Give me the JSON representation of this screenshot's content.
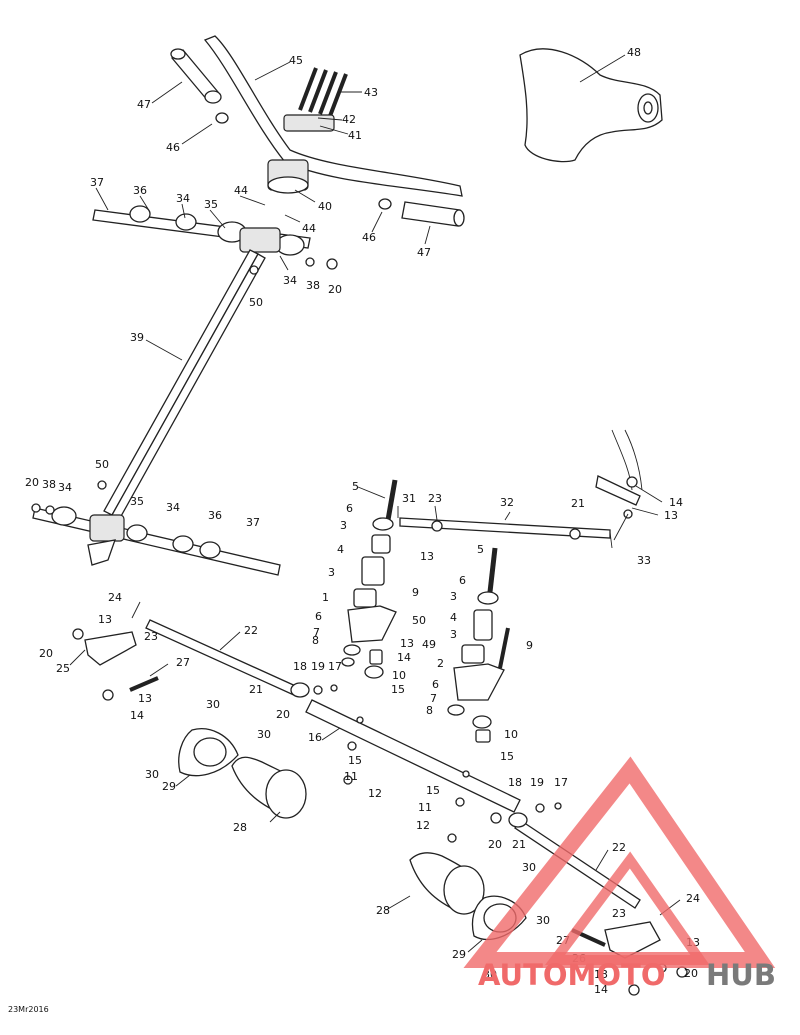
{
  "diagram": {
    "date_stamp": "23Mr2016",
    "labels": [
      {
        "id": "l48",
        "text": "48"
      },
      {
        "id": "l45",
        "text": "45"
      },
      {
        "id": "l47a",
        "text": "47"
      },
      {
        "id": "l43",
        "text": "43"
      },
      {
        "id": "l42",
        "text": "42"
      },
      {
        "id": "l41",
        "text": "41"
      },
      {
        "id": "l46a",
        "text": "46"
      },
      {
        "id": "l37a",
        "text": "37"
      },
      {
        "id": "l36a",
        "text": "36"
      },
      {
        "id": "l34a",
        "text": "34"
      },
      {
        "id": "l35a",
        "text": "35"
      },
      {
        "id": "l44a",
        "text": "44"
      },
      {
        "id": "l40",
        "text": "40"
      },
      {
        "id": "l44b",
        "text": "44"
      },
      {
        "id": "l46b",
        "text": "46"
      },
      {
        "id": "l47b",
        "text": "47"
      },
      {
        "id": "l34b",
        "text": "34"
      },
      {
        "id": "l38a",
        "text": "38"
      },
      {
        "id": "l20a",
        "text": "20"
      },
      {
        "id": "l50a",
        "text": "50"
      },
      {
        "id": "l39",
        "text": "39"
      },
      {
        "id": "l50b",
        "text": "50"
      },
      {
        "id": "l20b",
        "text": "20"
      },
      {
        "id": "l38b",
        "text": "38"
      },
      {
        "id": "l34c",
        "text": "34"
      },
      {
        "id": "l35b",
        "text": "35"
      },
      {
        "id": "l34d",
        "text": "34"
      },
      {
        "id": "l36b",
        "text": "36"
      },
      {
        "id": "l37b",
        "text": "37"
      },
      {
        "id": "l5a",
        "text": "5"
      },
      {
        "id": "l31",
        "text": "31"
      },
      {
        "id": "l23a",
        "text": "23"
      },
      {
        "id": "l32",
        "text": "32"
      },
      {
        "id": "l21a",
        "text": "21"
      },
      {
        "id": "l14a",
        "text": "14"
      },
      {
        "id": "l13a",
        "text": "13"
      },
      {
        "id": "l33",
        "text": "33"
      },
      {
        "id": "l6a",
        "text": "6"
      },
      {
        "id": "l3a",
        "text": "3"
      },
      {
        "id": "l13b",
        "text": "13"
      },
      {
        "id": "l4a",
        "text": "4"
      },
      {
        "id": "l5b",
        "text": "5"
      },
      {
        "id": "l3b",
        "text": "3"
      },
      {
        "id": "l9a",
        "text": "9"
      },
      {
        "id": "l6b",
        "text": "6"
      },
      {
        "id": "l3c",
        "text": "3"
      },
      {
        "id": "l1",
        "text": "1"
      },
      {
        "id": "l4b",
        "text": "4"
      },
      {
        "id": "l50c",
        "text": "50"
      },
      {
        "id": "l9b",
        "text": "9"
      },
      {
        "id": "l6c",
        "text": "6"
      },
      {
        "id": "l7a",
        "text": "7"
      },
      {
        "id": "l13c",
        "text": "13"
      },
      {
        "id": "l3d",
        "text": "3"
      },
      {
        "id": "l49",
        "text": "49"
      },
      {
        "id": "l8a",
        "text": "8"
      },
      {
        "id": "l14b",
        "text": "14"
      },
      {
        "id": "l2",
        "text": "2"
      },
      {
        "id": "l10a",
        "text": "10"
      },
      {
        "id": "l15a",
        "text": "15"
      },
      {
        "id": "l6d",
        "text": "6"
      },
      {
        "id": "l7b",
        "text": "7"
      },
      {
        "id": "l8b",
        "text": "8"
      },
      {
        "id": "l10b",
        "text": "10"
      },
      {
        "id": "l15b",
        "text": "15"
      },
      {
        "id": "l24a",
        "text": "24"
      },
      {
        "id": "l13d",
        "text": "13"
      },
      {
        "id": "l23b",
        "text": "23"
      },
      {
        "id": "l22a",
        "text": "22"
      },
      {
        "id": "l20c",
        "text": "20"
      },
      {
        "id": "l25",
        "text": "25"
      },
      {
        "id": "l27a",
        "text": "27"
      },
      {
        "id": "l18a",
        "text": "18"
      },
      {
        "id": "l19a",
        "text": "19"
      },
      {
        "id": "l17a",
        "text": "17"
      },
      {
        "id": "l21b",
        "text": "21"
      },
      {
        "id": "l20d",
        "text": "20"
      },
      {
        "id": "l13e",
        "text": "13"
      },
      {
        "id": "l14c",
        "text": "14"
      },
      {
        "id": "l30a",
        "text": "30"
      },
      {
        "id": "l30b",
        "text": "30"
      },
      {
        "id": "l16",
        "text": "16"
      },
      {
        "id": "l15c",
        "text": "15"
      },
      {
        "id": "l30c",
        "text": "30"
      },
      {
        "id": "l29a",
        "text": "29"
      },
      {
        "id": "l11a",
        "text": "11"
      },
      {
        "id": "l12a",
        "text": "12"
      },
      {
        "id": "l28a",
        "text": "28"
      },
      {
        "id": "l15d",
        "text": "15"
      },
      {
        "id": "l18b",
        "text": "18"
      },
      {
        "id": "l19b",
        "text": "19"
      },
      {
        "id": "l17b",
        "text": "17"
      },
      {
        "id": "l11b",
        "text": "11"
      },
      {
        "id": "l12b",
        "text": "12"
      },
      {
        "id": "l20e",
        "text": "20"
      },
      {
        "id": "l21c",
        "text": "21"
      },
      {
        "id": "l22b",
        "text": "22"
      },
      {
        "id": "l30d",
        "text": "30"
      },
      {
        "id": "l28b",
        "text": "28"
      },
      {
        "id": "l30e",
        "text": "30"
      },
      {
        "id": "l24b",
        "text": "24"
      },
      {
        "id": "l23c",
        "text": "23"
      },
      {
        "id": "l27b",
        "text": "27"
      },
      {
        "id": "l13f",
        "text": "13"
      },
      {
        "id": "l29b",
        "text": "29"
      },
      {
        "id": "l26",
        "text": "26"
      },
      {
        "id": "l30f",
        "text": "30"
      },
      {
        "id": "l13g",
        "text": "13"
      },
      {
        "id": "l20f",
        "text": "20"
      },
      {
        "id": "l14d",
        "text": "14"
      }
    ]
  },
  "watermark": {
    "part1": "AUTOMOTO",
    "part2": "HUB",
    "color_primary": "#f06a6a",
    "color_secondary": "#7a7a7a"
  }
}
